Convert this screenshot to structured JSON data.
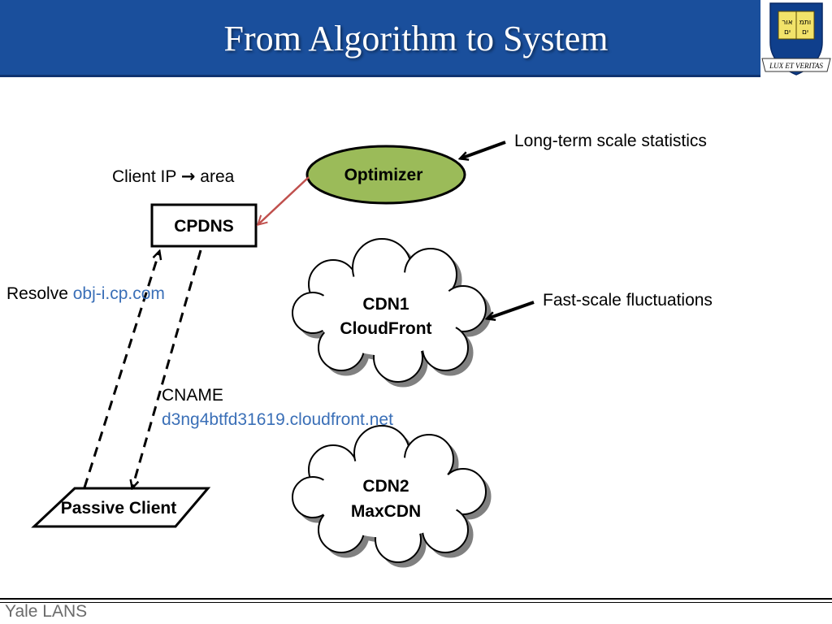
{
  "title": "From Algorithm to System",
  "footer": "Yale LANS",
  "crest_motto": "LUX ET VERITAS",
  "crest_text": "אורים ותמים",
  "nodes": {
    "optimizer": "Optimizer",
    "cpdns": "CPDNS",
    "passive_client": "Passive Client",
    "cdn1_line1": "CDN1",
    "cdn1_line2": "CloudFront",
    "cdn2_line1": "CDN2",
    "cdn2_line2": "MaxCDN"
  },
  "labels": {
    "long_term": "Long-term scale statistics",
    "fast_scale": "Fast-scale fluctuations",
    "client_ip_prefix": "Client IP",
    "client_ip_arrow": "→",
    "client_ip_suffix": "area",
    "resolve": "Resolve",
    "resolve_host": "obj-i.cp.com",
    "cname": "CNAME",
    "cname_host": "d3ng4btfd31619.cloudfront.net"
  },
  "colors": {
    "header_bg": "#1a4f9c",
    "optimizer_fill": "#9bbb59",
    "link_blue": "#3a6fb7",
    "red_arrow": "#c0504d"
  }
}
